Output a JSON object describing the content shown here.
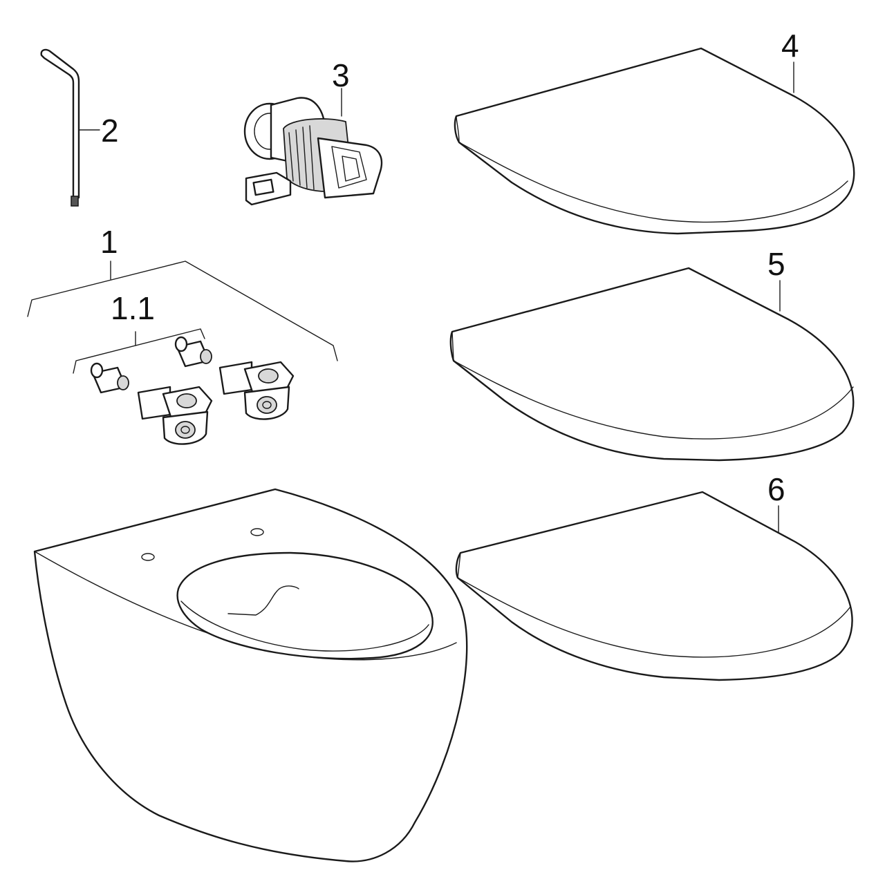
{
  "labels": {
    "part_1": "1",
    "part_1_1": "1.1",
    "part_2": "2",
    "part_3": "3",
    "part_4": "4",
    "part_5": "5",
    "part_6": "6"
  },
  "colors": {
    "line": "#1a1a1a",
    "background": "#ffffff",
    "shade": "#d8d8d8"
  }
}
